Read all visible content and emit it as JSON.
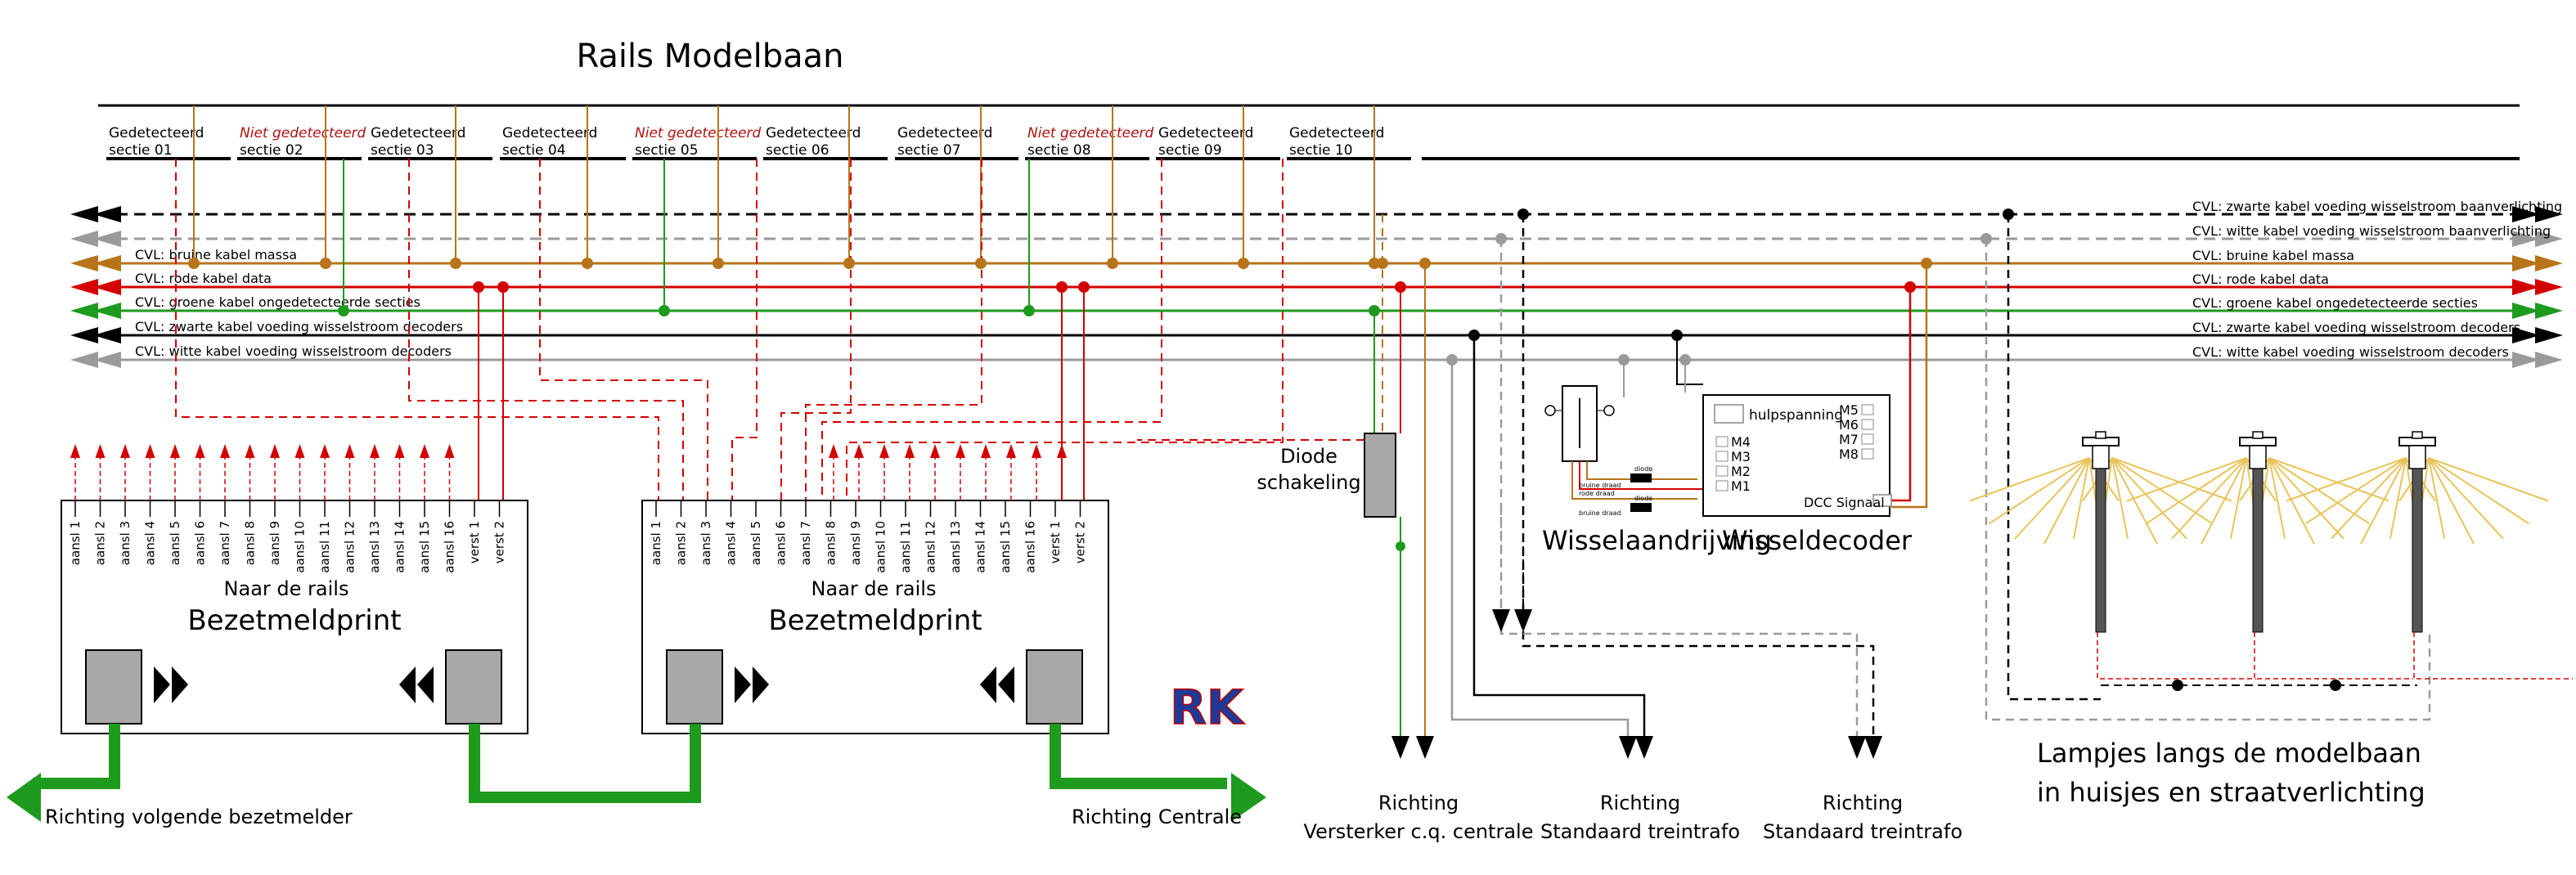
{
  "title": "Rails Modelbaan",
  "sections": [
    {
      "status": "Gedetecteerd",
      "name": "sectie 01",
      "detected": true
    },
    {
      "status": "Niet gedetecteerd",
      "name": "sectie 02",
      "detected": false
    },
    {
      "status": "Gedetecteerd",
      "name": "sectie 03",
      "detected": true
    },
    {
      "status": "Gedetecteerd",
      "name": "sectie 04",
      "detected": true
    },
    {
      "status": "Niet gedetecteerd",
      "name": "sectie 05",
      "detected": false
    },
    {
      "status": "Gedetecteerd",
      "name": "sectie 06",
      "detected": true
    },
    {
      "status": "Gedetecteerd",
      "name": "sectie 07",
      "detected": true
    },
    {
      "status": "Niet gedetecteerd",
      "name": "sectie 08",
      "detected": false
    },
    {
      "status": "Gedetecteerd",
      "name": "sectie 09",
      "detected": true
    },
    {
      "status": "Gedetecteerd",
      "name": "sectie 10",
      "detected": true
    }
  ],
  "cables": [
    {
      "id": "black-top",
      "label": "CVL: zwarte kabel voeding wisselstroom baanverlichting",
      "color": "#000000",
      "dashed": true
    },
    {
      "id": "grey-top",
      "label": "CVL: witte kabel voeding wisselstroom baanverlichting",
      "color": "#9a9a9a",
      "dashed": true
    },
    {
      "id": "brown",
      "label": "CVL: bruine kabel massa",
      "color": "#b8741a",
      "dashed": false
    },
    {
      "id": "red",
      "label": "CVL: rode kabel data",
      "color": "#d40000",
      "dashed": false
    },
    {
      "id": "green",
      "label": "CVL: groene kabel ongedetecteerde secties",
      "color": "#1e9a1e",
      "dashed": false
    },
    {
      "id": "black",
      "label": "CVL: zwarte kabel voeding wisselstroom decoders",
      "color": "#000000",
      "dashed": false
    },
    {
      "id": "grey",
      "label": "CVL: witte kabel voeding wisselstroom decoders",
      "color": "#9a9a9a",
      "dashed": false
    }
  ],
  "board": {
    "subtitle": "Naar de rails",
    "name": "Bezetmeldprint",
    "pins": [
      "aansl 1",
      "aansl 2",
      "aansl 3",
      "aansl 4",
      "aansl 5",
      "aansl 6",
      "aansl 7",
      "aansl 8",
      "aansl 9",
      "aansl 10",
      "aansl 11",
      "aansl 12",
      "aansl 13",
      "aansl 14",
      "aansl 15",
      "aansl 16",
      "verst 1",
      "verst 2"
    ]
  },
  "diode_label": [
    "Diode",
    "schakeling"
  ],
  "accessories": {
    "turnout_drive": "Wisselaandrijving",
    "turnout_decoder": "Wisseldecoder",
    "hulpspanning": "hulpspanning",
    "dcc": "DCC Signaal",
    "outputs_left": [
      "M4",
      "M3",
      "M2",
      "M1"
    ],
    "outputs_right": [
      "M5",
      "M6",
      "M7",
      "M8"
    ],
    "wire_labels": [
      "bruine draad",
      "rode draad",
      "bruine draad"
    ],
    "diode_tag": "diode"
  },
  "directions": {
    "next_detector": "Richting volgende bezetmelder",
    "central": "Richting Centrale",
    "booster": [
      "Richting",
      "Versterker c.q. centrale"
    ],
    "trafo1": [
      "Richting",
      "Standaard treintrafo"
    ],
    "trafo2": [
      "Richting",
      "Standaard treintrafo"
    ]
  },
  "lamps_caption": [
    "Lampjes langs de modelbaan",
    "in huisjes en straatverlichting"
  ],
  "logo": "RK",
  "colors": {
    "brown": "#b8741a",
    "red": "#d40000",
    "green": "#1e9a1e",
    "black": "#000000",
    "grey": "#9a9a9a",
    "lamp_glow": "#e8c45a",
    "module_fill": "#a8a8a8"
  }
}
